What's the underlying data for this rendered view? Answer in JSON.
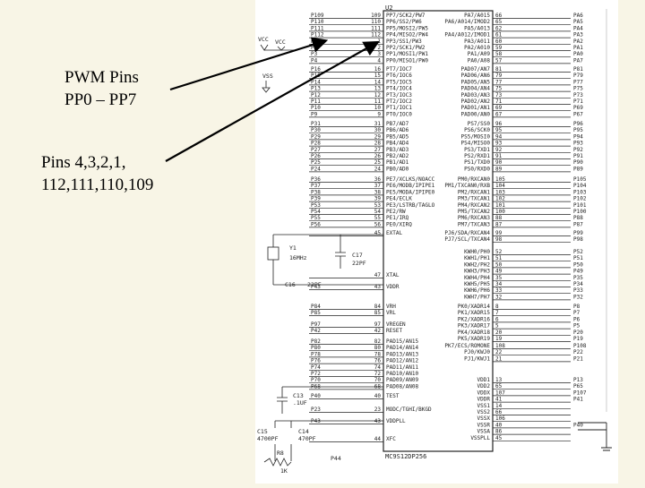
{
  "annotations": {
    "pwm_line1": "PWM Pins",
    "pwm_line2": "PP0 – PP7",
    "pins_line1": "Pins 4,3,2,1,",
    "pins_line2": "112,111,110,109"
  },
  "schematic": {
    "chip_ref": "U2",
    "chip_part": "MC9S12DP256",
    "top_left_rows": [
      [
        "P109",
        "109",
        "PP7/SCK2/PW7"
      ],
      [
        "P110",
        "110",
        "PP6/SS2/PW6"
      ],
      [
        "P111",
        "111",
        "PP5/MOSI2/PW5"
      ],
      [
        "P112",
        "112",
        "PP4/MISO2/PW4"
      ],
      [
        "P1",
        "1",
        "PP3/SS1/PW3"
      ],
      [
        "P2",
        "2",
        "PP2/SCK1/PW2"
      ],
      [
        "P3",
        "3",
        "PP1/MOSI1/PW1"
      ],
      [
        "P4",
        "4",
        "PP0/MISO1/PW0"
      ]
    ],
    "left_rows_2": [
      [
        "P16",
        "16",
        "PT7/IOC7"
      ],
      [
        "P15",
        "15",
        "PT6/IOC6"
      ],
      [
        "P14",
        "14",
        "PT5/IOC5"
      ],
      [
        "P13",
        "13",
        "PT4/IOC4"
      ],
      [
        "P12",
        "12",
        "PT3/IOC3"
      ],
      [
        "P11",
        "11",
        "PT2/IOC2"
      ],
      [
        "P10",
        "10",
        "PT1/IOC1"
      ],
      [
        "P9",
        "9",
        "PT0/IOC0"
      ]
    ],
    "left_rows_3": [
      [
        "P31",
        "31",
        "PB7/AD7"
      ],
      [
        "P30",
        "30",
        "PB6/AD6"
      ],
      [
        "P29",
        "29",
        "PB5/AD5"
      ],
      [
        "P28",
        "28",
        "PB4/AD4"
      ],
      [
        "P27",
        "27",
        "PB3/AD3"
      ],
      [
        "P26",
        "26",
        "PB2/AD2"
      ],
      [
        "P25",
        "25",
        "PB1/AD1"
      ],
      [
        "P24",
        "24",
        "PB0/AD0"
      ]
    ],
    "left_rows_4": [
      [
        "P36",
        "36",
        "PE7/XCLKS/NOACC"
      ],
      [
        "P37",
        "37",
        "PE6/MODB/IPIPE1"
      ],
      [
        "P38",
        "38",
        "PE5/MODA/IPIPE0"
      ],
      [
        "P39",
        "39",
        "PE4/ECLK"
      ],
      [
        "P53",
        "53",
        "PE3/LSTRB/TAGLO"
      ],
      [
        "P54",
        "54",
        "PE2/RW"
      ],
      [
        "P55",
        "55",
        "PE1/IRQ"
      ],
      [
        "P56",
        "56",
        "PE0/XIRQ"
      ]
    ],
    "left_misc": [
      [
        "",
        "45",
        "EXTAL"
      ],
      [
        "",
        "47",
        "XTAL"
      ],
      [
        "P43",
        "43",
        "VDDR"
      ],
      [
        "P84",
        "84",
        "VRH"
      ],
      [
        "P85",
        "85",
        "VRL"
      ],
      [
        "P97",
        "97",
        "VREGEN"
      ],
      [
        "P42",
        "42",
        "RESET"
      ]
    ],
    "left_rows_5": [
      [
        "P82",
        "82",
        "PAD15/AN15"
      ],
      [
        "P80",
        "80",
        "PAD14/AN14"
      ],
      [
        "P78",
        "78",
        "PAD13/AN13"
      ],
      [
        "P76",
        "76",
        "PAD12/AN12"
      ],
      [
        "P74",
        "74",
        "PAD11/AN11"
      ],
      [
        "P72",
        "72",
        "PAD10/AN10"
      ],
      [
        "P70",
        "70",
        "PAD09/AN09"
      ],
      [
        "P68",
        "68",
        "PAD08/AN08"
      ]
    ],
    "left_bottom": [
      [
        "P40",
        "40",
        "TEST"
      ],
      [
        "P23",
        "23",
        "MODC/TGHI/BKGD"
      ],
      [
        "P43",
        "43",
        "VDDPLL"
      ],
      [
        "",
        "44",
        "XFC"
      ]
    ],
    "right_rows_1": [
      [
        "PA7/A015",
        "66",
        "PA6"
      ],
      [
        "PA6/A014/IMOD2",
        "65",
        "PA5"
      ],
      [
        "PA5/A013",
        "62",
        "PA4"
      ],
      [
        "PA4/A012/IMOD1",
        "61",
        "PA3"
      ],
      [
        "PA3/A011",
        "60",
        "PA2"
      ],
      [
        "PA2/A010",
        "59",
        "PA1"
      ],
      [
        "PA1/A09",
        "58",
        "PA0"
      ],
      [
        "PA0/A08",
        "57",
        "PA7"
      ]
    ],
    "right_rows_2": [
      [
        "PAD07/AN7",
        "81",
        "P81"
      ],
      [
        "PAD06/AN6",
        "79",
        "P79"
      ],
      [
        "PAD05/AN5",
        "77",
        "P77"
      ],
      [
        "PAD04/AN4",
        "75",
        "P75"
      ],
      [
        "PAD03/AN3",
        "73",
        "P73"
      ],
      [
        "PAD02/AN2",
        "71",
        "P71"
      ],
      [
        "PAD01/AN1",
        "69",
        "P69"
      ],
      [
        "PAD00/AN0",
        "67",
        "P67"
      ]
    ],
    "right_rows_3": [
      [
        "PS7/SS0",
        "96",
        "P96"
      ],
      [
        "PS6/SCK0",
        "95",
        "P95"
      ],
      [
        "PS5/MOSI0",
        "94",
        "P94"
      ],
      [
        "PS4/MISO0",
        "93",
        "P93"
      ],
      [
        "PS3/TXD1",
        "92",
        "P92"
      ],
      [
        "PS2/RXD1",
        "91",
        "P91"
      ],
      [
        "PS1/TXD0",
        "90",
        "P90"
      ],
      [
        "PS0/RXD0",
        "89",
        "P89"
      ]
    ],
    "right_rows_4": [
      [
        "PM0/RXCAN0",
        "105",
        "P105"
      ],
      [
        "PM1/TXCAN0/RXB",
        "104",
        "P104"
      ],
      [
        "PM2/RXCAN1",
        "103",
        "P103"
      ],
      [
        "PM3/TXCAN1",
        "102",
        "P102"
      ],
      [
        "PM4/RXCAN2",
        "101",
        "P101"
      ],
      [
        "PM5/TXCAN2",
        "100",
        "P100"
      ],
      [
        "PM6/RXCAN3",
        "88",
        "P88"
      ],
      [
        "PM7/TXCAN3",
        "87",
        "P87"
      ]
    ],
    "right_rows_5": [
      [
        "PJ6/SDA/RXCAN4",
        "99",
        "P99"
      ],
      [
        "PJ7/SCL/TXCAN4",
        "98",
        "P98"
      ]
    ],
    "right_rows_6": [
      [
        "KWH0/PH0",
        "52",
        "P52"
      ],
      [
        "KWH1/PH1",
        "51",
        "P51"
      ],
      [
        "KWH2/PH2",
        "50",
        "P50"
      ],
      [
        "KWH3/PH3",
        "49",
        "P49"
      ],
      [
        "KWH4/PH4",
        "35",
        "P35"
      ],
      [
        "KWH5/PH5",
        "34",
        "P34"
      ],
      [
        "KWH6/PH6",
        "33",
        "P33"
      ],
      [
        "KWH7/PH7",
        "32",
        "P32"
      ]
    ],
    "right_rows_7": [
      [
        "PK0/XADR14",
        "8",
        "P8"
      ],
      [
        "PK1/XADR15",
        "7",
        "P7"
      ],
      [
        "PK2/XADR16",
        "6",
        "P6"
      ],
      [
        "PK3/XADR17",
        "5",
        "P5"
      ],
      [
        "PK4/XADR18",
        "20",
        "P20"
      ],
      [
        "PK5/XADR19",
        "19",
        "P19"
      ]
    ],
    "right_rows_8": [
      [
        "PK7/ECS/ROMONE",
        "108",
        "P108"
      ],
      [
        "PJ0/KWJ0",
        "22",
        "P22"
      ],
      [
        "PJ1/KWJ1",
        "21",
        "P21"
      ]
    ],
    "right_power": [
      [
        "VDD1",
        "13",
        "P13"
      ],
      [
        "VDD2",
        "65",
        "P65"
      ],
      [
        "VDDX",
        "107",
        "P107"
      ],
      [
        "VDDR",
        "41",
        "P41"
      ],
      [
        "VSS1",
        "14",
        ""
      ],
      [
        "VSS2",
        "66",
        ""
      ],
      [
        "VSSX",
        "106",
        ""
      ],
      [
        "VSSR",
        "40",
        "P40"
      ],
      [
        "VSSA",
        "86",
        ""
      ],
      [
        "VSSPLL",
        "45",
        ""
      ]
    ],
    "components": {
      "vcc_left": "VCC",
      "vcc_right": "VCC",
      "vss": "VSS",
      "y1": "Y1",
      "y1_freq": "16MHz",
      "c17": "C17",
      "c17_val": "22PF",
      "c16": "C16",
      "c16_val": "22PF",
      "c13": "C13",
      "c13_val": ".1UF",
      "c15": "C15",
      "c15_val": "4700PF",
      "c14": "C14",
      "c14_val": "470PF",
      "r8": "R8",
      "r8_val": "1K",
      "p44": "P44"
    }
  }
}
